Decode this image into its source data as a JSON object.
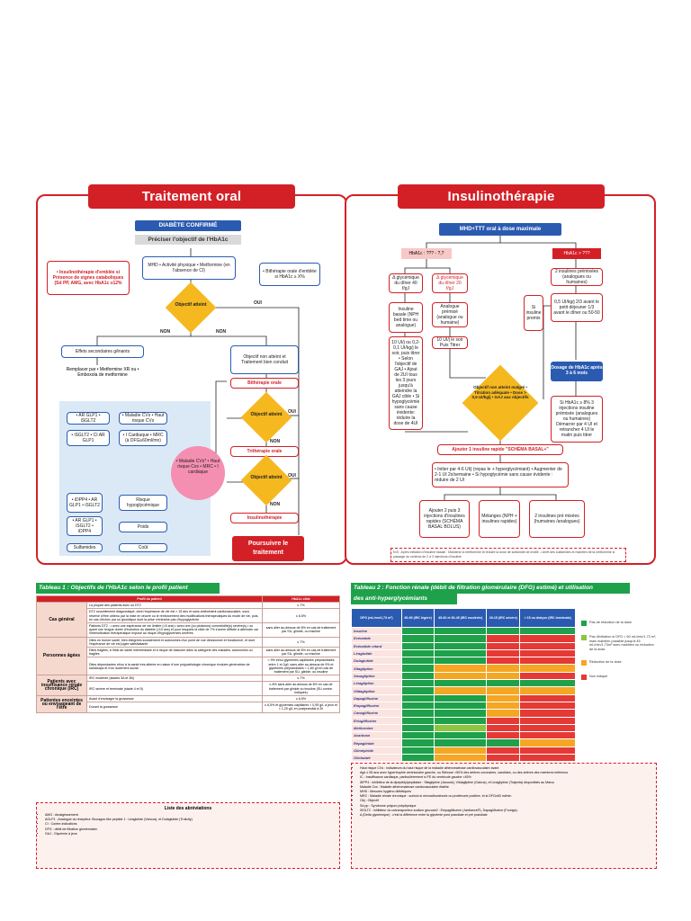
{
  "left": {
    "title": "Traitement oral",
    "confirmed": "DIABÈTE CONFIRMÉ",
    "objective": "Préciser l'objectif de l'HbA1c",
    "insulin_left": "• Insulinothérapie d'emblée si Présence de signes cataboliques (Sd PP, AMG, avec HbA1c ≥12%",
    "mhd": "MHD • Activité physique • Metformine (en l'absence de CI)",
    "bitherapy_right": "• Bithérapie orale d'emblée si HbA1c ≥ X%",
    "obj_reached": "Objectif atteint",
    "yes": "OUI",
    "no": "NON",
    "side_effects": "Effets secondaires gênants",
    "replace": "Remplacer par • Metformine XR ou • Emboxola de metformine",
    "not_reached": "Objectif non atteint et Traitement bien conduit",
    "bitherapy": "Bithérapie orale",
    "tritherapy": "Trithérapie orale",
    "insulinotherapy": "Insulinothérapie",
    "continue": "Poursuivre le traitement",
    "pink": "• Maladie CVs* • Haut risque Cvs • MRC • I cardiaque",
    "blue_items": [
      "• AR GLP1 • iSGLT2",
      "• Maladie CVs • Haut risque CVs",
      "• iSGLT2 • CI AR GLP1",
      "• I Cardiaque • MRC (à DFG≥60ml/mn)",
      "• iDPP4 • AR GLP1 • iSGLT2",
      "Risque hypoglycémique",
      "• AR GLP1 • iSGLT2 • iDPP4",
      "Poids",
      "Sulfamides",
      "Coût"
    ]
  },
  "right": {
    "title": "Insulinothérapie",
    "mhd": "MHD+TTT oral à dose maximale",
    "hba1c_low": "HbA1c : ??? - ?,?",
    "hba1c_high": "HbA1c > ???",
    "basal_dose": "Δ glycémique du dîner 40 f/gJ",
    "premix_dose": "Δ glycémique du dîner 20 f/gJ",
    "two_premix": "2 insulines prémixées (analogues ou humaines)",
    "basal": "Insuline basale (NPH bed time ou analogue)",
    "analog": "Analogue prémixé (analogue ou humaine)",
    "basal_titration": "10 UI/j ou 0,2-0,1 UI/kg/j le soir, puis titrer • Selon l'objectif de GAJ • Ajout de 2UI tous les 3 jours jusqu'à atteindre la GAJ cible • Si hypoglycémie sans cause évidente: réduire la dose de 4UI",
    "premix_titration": "10 UI/j le soir Puis Titrer",
    "si_premix": "Si insuline premix",
    "dose_split": "0,5 UI/kg/j 2/3 avant le petit déjeuner 1/3 avant le dîner ou 50-50",
    "dosage": "Dosage de HbA1c après 3 à 6 mois",
    "diamond": "Objectif non atteint malgré • Titration adéquate • Dose > 0,5 UI/kg/j • GAJ aux objectifs",
    "hba1c_3rd": "Si HbA1c ≥ 8% 3 injections insuline prémixée (analogues ou humaines) Démarrer par 4 UI et retrancher 4 UI le matin puis titrer",
    "add_rapid": "Ajouter 1 insuline rapide \"SCHÉMA BASAL+\"",
    "start": "• Initier par 4-6 UI/j (repas le + hyperglycémiant) • Augmenter de 2-1 UI 2x/semaine • Si hypoglycémie sans cause évidente : réduire de 2 UI",
    "opt1": "Ajouter 2 puis 3 injections d'insulines rapides (SCHÉMA BASAL BOLUS)",
    "opt2": "Mélanges (NPH + insulines rapides)",
    "opt3": "2 insulines pré mixées (humaines /analogues)",
    "footnote": "N.B : Après initiation d'insuline basale : Maintenir la metformine et réduire la dose de sulfamide de moitié. • Arrêt des sulfamides et maintien de la metformine si passage au schéma de 2 à 3 injections d'insuline"
  },
  "table1": {
    "title": "Tableau 1 : Objectifs de l'HbA1c selon le profil patient",
    "h1": "Profil du patient",
    "h2": "HbA1c cible",
    "rows": [
      {
        "g": "Cas général",
        "a": "La plupart des patients avec un DT2",
        "b": "≤ 7%"
      },
      {
        "g": "",
        "a": "DT2 nouvellement diagnostiqué, dont l'espérance de vie est > 15 ans et sans antécédent cardiovasculaire, sous réserve d'être obtenu par la mise en œuvre ou le renforcement des modifications thérapeutiques du mode de vie, puis, en cas d'échec par un glucidique dont la prise n'entraîne pas d'hypoglycémie",
        "b": "≤ 6,5%"
      },
      {
        "g": "",
        "a": "Patients DT2 : • avec une espérance de vie limitée (<5 ans) • avec une (ou plusieurs) comorbidité(s) sévère(s) • ou ayant une longue durée d'évolution du diabète (>10 ans) et pour lesquels la cible de 7% s'avère difficile à atteindre car l'intensification thérapeutique expose au risque d'hypoglycémies sévères",
        "b": "sans aller au-dessus de 8% en cas de traitement par SU, glinide, ou insuline"
      },
      {
        "g": "Personnes âgées",
        "a": "Dites en bonne santé, bien intégrées socialement et autonomes d'un point de vue décisionnel et fonctionnel, et dont l'espérance de vie est jugée satisfaisante",
        "b": "≤ 7%"
      },
      {
        "g": "",
        "a": "Dites fragiles, à l'état de santé intermédiaire et à risque de basculer dans la catégorie des malades, autonomes ou fragiles",
        "b": "sans aller au-dessus de 8% en cas de traitement par SU, glinide, ou insuline"
      },
      {
        "g": "",
        "a": "Dites dépendantes et/ou à la santé très altérée en raison d'une polypathologie chronique évoluée génératrice de handicaps et d'un isolement social",
        "b": "< 9% et/ou glycémies capillaires préprandiales entre 1 et 2g/l, sans aller au-dessus de 9% et glycémies préprandiales < 1,60 g/l en cas de traitement par SU, glinide, ou insuline"
      },
      {
        "g": "Patients avec insuffisance rénale chronique (IRC)",
        "a": "IRC modérée (stades 3A et 3B)",
        "b": "≤ 7%"
      },
      {
        "g": "",
        "a": "IRC sévère et terminale (stade 4 et 5)",
        "b": "≤ 8% sans aller au-dessus de 8% en cas de traitement par glinide ou insuline (SU contre-indiqués)"
      },
      {
        "g": "Patientes enceintes ou envisageant de l'être",
        "a": "Avant d'envisager la grossesse",
        "b": "≤ 6,5%"
      },
      {
        "g": "",
        "a": "Durant la grossesse",
        "b": "≤ 6,5% et glycémies capillaires < 0,95 g/L à jeun et < 1,20 g/L en postprandial à 2h"
      }
    ],
    "abbr_title": "Liste des abréviations",
    "abbr": [
      "AMG : Amaigrissement",
      "AGLP1 : Analogue du récepteur Glucagon-like peptide 1 : Liraglutide (Victoza), et Dulaglutide (Trulicity)",
      "CI : Contre-indications",
      "DFG : débit de filtration glomérulaire.",
      "GAJ : Glycémie à jeun"
    ]
  },
  "table2": {
    "title_l1": "Tableau 2 : Fonction rénale (débit de filtration glomérulaire (DFG) estimé) et utilisation",
    "title_l2": "des anti-hyperglycémiants",
    "headers": [
      "DFG (mL/mn/1,73 m²)",
      "60-90 (IRC légère)",
      "45-60 et 30-45 (IRC modérée)",
      "29-15 (IRC sévère)",
      "< 15 ou dialyse (IRC terminale)"
    ],
    "rows": [
      {
        "d": "Insuline",
        "c": "GGGG"
      },
      {
        "d": "Exénatide",
        "c": "GGRR"
      },
      {
        "d": "Exénatide retard",
        "c": "GGRR"
      },
      {
        "d": "Liraglutide",
        "c": "GGRR"
      },
      {
        "d": "Dulaglutide",
        "c": "GGRR"
      },
      {
        "d": "Sitagliptine",
        "c": "GOOO"
      },
      {
        "d": "Saxagliptine",
        "c": "GOOR"
      },
      {
        "d": "Linagliptine",
        "c": "GGGG"
      },
      {
        "d": "Vildagliptine",
        "c": "GOOO"
      },
      {
        "d": "Dapagliflozine",
        "c": "GGOR"
      },
      {
        "d": "Empagliflozine",
        "c": "GGOR"
      },
      {
        "d": "Canagliflozine",
        "c": "GGOR"
      },
      {
        "d": "Ertugliflozine",
        "c": "GGRR"
      },
      {
        "d": "Metformine",
        "c": "GLRR"
      },
      {
        "d": "Acarbose",
        "c": "GGRR"
      },
      {
        "d": "Répaglinide",
        "c": "GGGO"
      },
      {
        "d": "Glimépiride",
        "c": "GORR"
      },
      {
        "d": "Gliclazide",
        "c": "GORR"
      }
    ],
    "legend": [
      {
        "k": "G",
        "t": "Pas de réduction de la dose"
      },
      {
        "k": "L",
        "t": "Pas d'initiation si DFG < 60 mL/min/1,73 m², mais maintien possible jusqu'à 45 mL/min/1,73m² avec maintien ou réduction de la dose"
      },
      {
        "k": "O",
        "t": "Réduction de la dose"
      },
      {
        "k": "R",
        "t": "Non indiqué"
      }
    ],
    "colors": {
      "G": "#1ea14a",
      "L": "#8cc63f",
      "O": "#f5a623",
      "R": "#e53935"
    },
    "notes": [
      "Haut risque CVs : indicateurs du haut risque de la maladie athéromateuse cardiovasculaire avant",
      "Age ≥ 55 ans avec hypertrophie ventriculaire gauche, ou Sténose >50% des artères coronaires, carotides, ou des artères des membres inférieurs",
      "IC : Insuffisance cardiaque, particulièrement si FE du ventricule gauche <45%",
      "iDPP4 : inhibiteur de la dipeptidylpeptidase : Sitagliptine (Januvia), Vildagliptine (Galvus), et Linagliptine (Trajenta) disponibles au Maroc",
      "Maladie Cvs : Maladie athéromateuse cardiovasculaire établie",
      "MHD : Mesures hygiéno diététiques",
      "MRC : Maladie rénale chronique : surtout si microalbuminurie ou protéinurie positive, et si DFG≥60 ml/min",
      "Obj : Objectif",
      "Sd pp : Syndrome polyuro polydipsique",
      "iSGLT2 : inhibiteur du cotransporteur sodium glucose2 : Empagliflozine (Jardiance®), Dapagliflozine (Forxiga).",
      "Δ (Delta glycémique) : c'est la différence entre la glycémie post prandiale et pré prandiale"
    ]
  }
}
